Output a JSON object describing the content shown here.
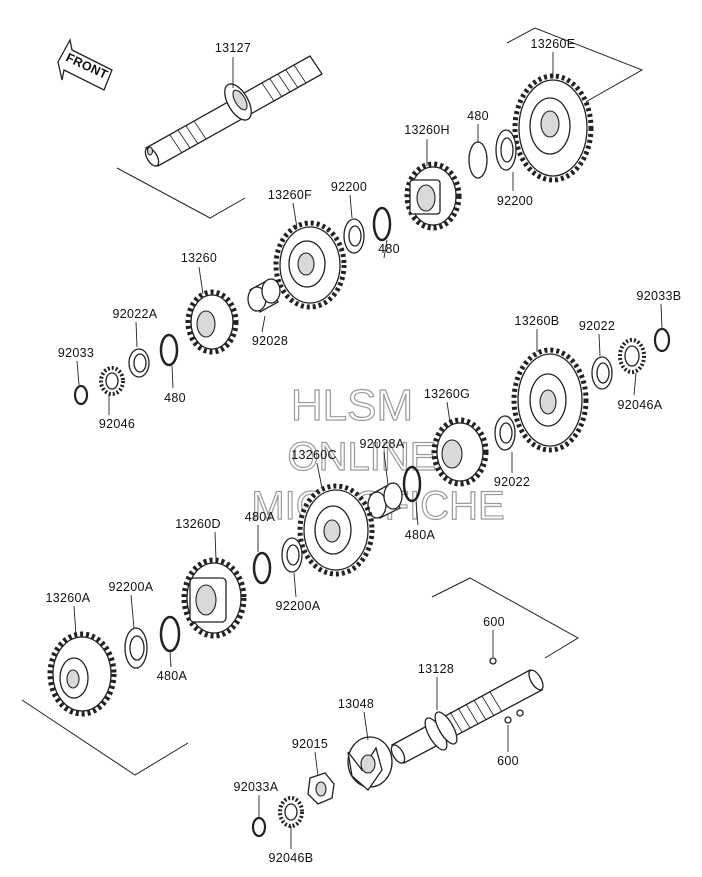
{
  "front_label": "FRONT",
  "watermark": {
    "line1": "HLSM",
    "line2": "ONLINE",
    "line3": "MICROFICHE"
  },
  "labels": {
    "p13127": "13127",
    "p13260E": "13260E",
    "p480_top": "480",
    "p13260H": "13260H",
    "p92200_right": "92200",
    "p13260F": "13260F",
    "p92200_mid": "92200",
    "p480_mid": "480",
    "p13260": "13260",
    "p92028": "92028",
    "p92022A": "92022A",
    "p480_left": "480",
    "p92033": "92033",
    "p92046": "92046",
    "p13260B": "13260B",
    "p92022_top": "92022",
    "p92033B": "92033B",
    "p92046A": "92046A",
    "p13260G": "13260G",
    "p92022_mid": "92022",
    "p13260C": "13260C",
    "p92028A": "92028A",
    "p480A_mid": "480A",
    "p13260D": "13260D",
    "p480A_left": "480A",
    "p92200A_mid": "92200A",
    "p13260A": "13260A",
    "p92200A_left": "92200A",
    "p480A_low": "480A",
    "p600_top": "600",
    "p13128": "13128",
    "p600_bottom": "600",
    "p13048": "13048",
    "p92015": "92015",
    "p92033A": "92033A",
    "p92046B": "92046B"
  }
}
